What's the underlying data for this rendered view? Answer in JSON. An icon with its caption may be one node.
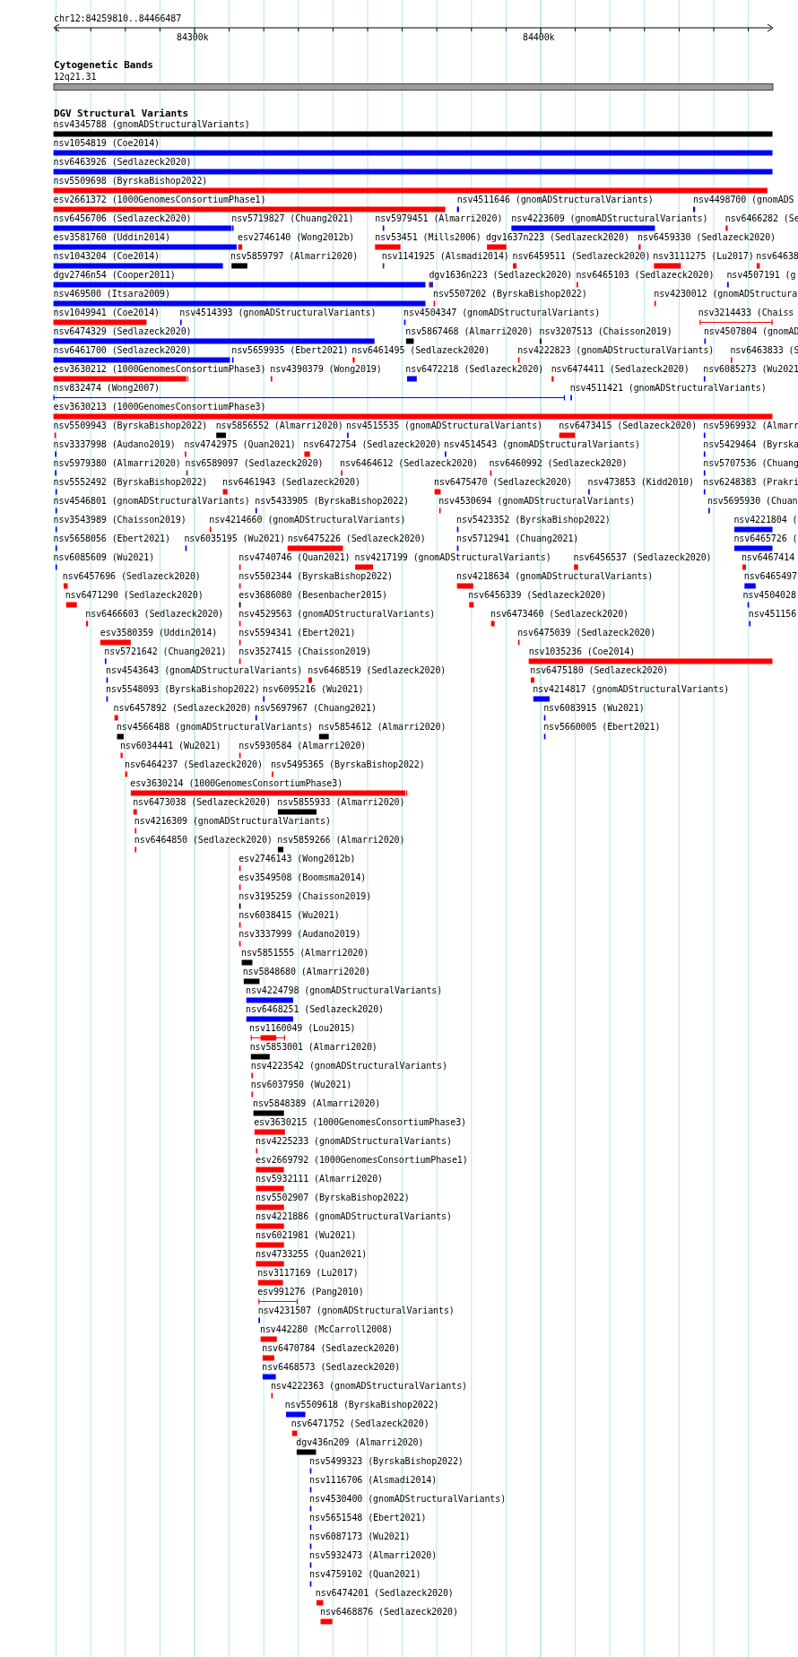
{
  "diagram": {
    "labels": [
      "chr12:84259810..84466487",
      "84300k",
      "84400k",
      "Cytogenetic Bands",
      "12q21.31",
      "DGV Structural Variants",
      "nsv4345788 (gnomADStructuralVariants)",
      "nsv1054819 (Coe2014)",
      "nsv6463926 (Sedlazeck2020)",
      "nsv5509698 (ByrskaBishop2022)",
      "esv2661372 (1000GenomesConsortiumPhase1)",
      "nsv4511646 (gnomADStructuralVariants)",
      "nsv4498700 (gnomADS",
      "nsv6456706 (Sedlazeck2020)",
      "nsv5719827 (Chuang2021)",
      "nsv5979451 (Almarri2020)",
      "nsv4223609 (gnomADStructuralVariants)",
      "nsv6466282 (Se",
      "esv3581760 (Uddin2014)",
      "esv2746140 (Wong2012b)",
      "nsv53451 (Mills2006)",
      "dgv1637n223 (Sedlazeck2020)",
      "nsv6459330 (Sedlazeck2020)",
      "nsv1043204 (Coe2014)",
      "nsv5859797 (Almarri2020)",
      "nsv1141925 (Alsmadi2014)",
      "nsv6459511 (Sedlazeck2020)",
      "nsv3111275 (Lu2017)",
      "nsv64638",
      "dgv2746n54 (Cooper2011)",
      "dgv1636n223 (Sedlazeck2020)",
      "nsv6465103 (Sedlazeck2020)",
      "nsv4507191 (g",
      "nsv469500 (Itsara2009)",
      "nsv5507202 (ByrskaBishop2022)",
      "nsv4230012 (gnomADStructura",
      "nsv1049941 (Coe2014)",
      "nsv4514393 (gnomADStructuralVariants)",
      "nsv4504347 (gnomADStructuralVariants)",
      "nsv3214433 (Chaiss",
      "nsv6474329 (Sedlazeck2020)",
      "nsv5867468 (Almarri2020)",
      "nsv3207513 (Chaisson2019)",
      "nsv4507804 (gnomAD",
      "nsv6461700 (Sedlazeck2020)",
      "nsv5659935 (Ebert2021)",
      "nsv6461495 (Sedlazeck2020)",
      "nsv4222823 (gnomADStructuralVariants)",
      "nsv6463833 (S",
      "esv3630212 (1000GenomesConsortiumPhase3)",
      "nsv4390379 (Wong2019)",
      "nsv6472218 (Sedlazeck2020)",
      "nsv6474411 (Sedlazeck2020)",
      "nsv6085273 (Wu2021",
      "nsv832474 (Wong2007)",
      "nsv4511421 (gnomADStructuralVariants)",
      "esv3630213 (1000GenomesConsortiumPhase3)",
      "nsv5509943 (ByrskaBishop2022)",
      "nsv5856552 (Almarri2020)",
      "nsv4515535 (gnomADStructuralVariants)",
      "nsv6473415 (Sedlazeck2020)",
      "nsv5969932 (Almarr",
      "nsv3337998 (Audano2019)",
      "nsv4742975 (Quan2021)",
      "nsv6472754 (Sedlazeck2020)",
      "nsv4514543 (gnomADStructuralVariants)",
      "nsv5429464 (Byrska",
      "nsv5979380 (Almarri2020)",
      "nsv6589097 (Sedlazeck2020)",
      "nsv6464612 (Sedlazeck2020)",
      "nsv6460992 (Sedlazeck2020)",
      "nsv5707536 (Chuang",
      "nsv5552492 (ByrskaBishop2022)",
      "nsv6461943 (Sedlazeck2020)",
      "nsv6475470 (Sedlazeck2020)",
      "nsv473853 (Kidd2010)",
      "nsv6248383 (Prakri",
      "nsv4546801 (gnomADStructuralVariants)",
      "nsv5433905 (ByrskaBishop2022)",
      "nsv4530694 (gnomADStructuralVariants)",
      "nsv5695930 (Chuan",
      "nsv3543989 (Chaisson2019)",
      "nsv4214660 (gnomADStructuralVariants)",
      "nsv5423352 (ByrskaBishop2022)",
      "nsv4221804 (",
      "nsv5658056 (Ebert2021)",
      "nsv6035195 (Wu2021)",
      "nsv6475226 (Sedlazeck2020)",
      "nsv5712941 (Chuang2021)",
      "nsv6465726 (",
      "nsv6085609 (Wu2021)",
      "nsv4740746 (Quan2021)",
      "nsv4217199 (gnomADStructuralVariants)",
      "nsv6456537 (Sedlazeck2020)",
      "nsv6467414",
      "nsv6457696 (Sedlazeck2020)",
      "nsv5502344 (ByrskaBishop2022)",
      "nsv4218634 (gnomADStructuralVariants)",
      "nsv6465497",
      "nsv6471290 (Sedlazeck2020)",
      "esv3686080 (Besenbacher2015)",
      "nsv6456339 (Sedlazeck2020)",
      "nsv4504028",
      "nsv6466603 (Sedlazeck2020)",
      "nsv4529563 (gnomADStructuralVariants)",
      "nsv6473460 (Sedlazeck2020)",
      "nsv451156",
      "esv3580359 (Uddin2014)",
      "nsv5594341 (Ebert2021)",
      "nsv6475039 (Sedlazeck2020)",
      "nsv5721642 (Chuang2021)",
      "nsv3527415 (Chaisson2019)",
      "nsv1035236 (Coe2014)",
      "nsv4543643 (gnomADStructuralVariants)",
      "nsv6468519 (Sedlazeck2020)",
      "nsv6475180 (Sedlazeck2020)",
      "nsv5548093 (ByrskaBishop2022)",
      "nsv6095216 (Wu2021)",
      "nsv4214817 (gnomADStructuralVariants)",
      "nsv6457892 (Sedlazeck2020)",
      "nsv5697967 (Chuang2021)",
      "nsv6083915 (Wu2021)",
      "nsv4566488 (gnomADStructuralVariants)",
      "nsv5854612 (Almarri2020)",
      "nsv5660005 (Ebert2021)",
      "nsv6034441 (Wu2021)",
      "nsv5930584 (Almarri2020)",
      "nsv6464237 (Sedlazeck2020)",
      "nsv5495365 (ByrskaBishop2022)",
      "esv3630214 (1000GenomesConsortiumPhase3)",
      "nsv6473038 (Sedlazeck2020)",
      "nsv5855933 (Almarri2020)",
      "nsv4216309 (gnomADStructuralVariants)",
      "nsv6464850 (Sedlazeck2020)",
      "nsv5859266 (Almarri2020)",
      "esv2746143 (Wong2012b)",
      "esv3549508 (Boomsma2014)",
      "nsv3195259 (Chaisson2019)",
      "nsv6038415 (Wu2021)",
      "nsv3337999 (Audano2019)",
      "nsv5851555 (Almarri2020)",
      "nsv5848680 (Almarri2020)",
      "nsv4224798 (gnomADStructuralVariants)",
      "nsv6468251 (Sedlazeck2020)",
      "nsv1160049 (Lou2015)",
      "nsv5853001 (Almarri2020)",
      "nsv4223542 (gnomADStructuralVariants)",
      "nsv6037950 (Wu2021)",
      "nsv5848389 (Almarri2020)",
      "esv3630215 (1000GenomesConsortiumPhase3)",
      "nsv4225233 (gnomADStructuralVariants)",
      "esv2669792 (1000GenomesConsortiumPhase1)",
      "nsv5932111 (Almarri2020)",
      "nsv5502907 (ByrskaBishop2022)",
      "nsv4221886 (gnomADStructuralVariants)",
      "nsv6021981 (Wu2021)",
      "nsv4733255 (Quan2021)",
      "nsv3117169 (Lu2017)",
      "esv991276 (Pang2010)",
      "nsv4231507 (gnomADStructuralVariants)",
      "nsv442280 (McCarroll2008)",
      "nsv6470784 (Sedlazeck2020)",
      "nsv6468573 (Sedlazeck2020)",
      "nsv4222363 (gnomADStructuralVariants)",
      "nsv5509618 (ByrskaBishop2022)",
      "nsv6471752 (Sedlazeck2020)",
      "dgv436n209 (Almarri2020)",
      "nsv5499323 (ByrskaBishop2022)",
      "nsv1116706 (Alsmadi2014)",
      "nsv4530400 (gnomADStructuralVariants)",
      "nsv5651548 (Ebert2021)",
      "nsv6087173 (Wu2021)",
      "nsv5932473 (Almarri2020)",
      "nsv4759102 (Quan2021)",
      "nsv6474201 (Sedlazeck2020)",
      "nsv6468876 (Sedlazeck2020)"
    ]
  }
}
